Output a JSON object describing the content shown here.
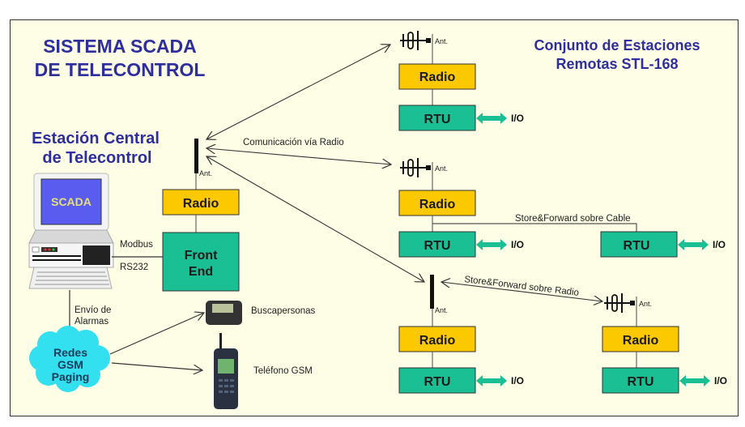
{
  "titles": {
    "main_line1": "SISTEMA SCADA",
    "main_line2": "DE TELECONTROL",
    "central_line1": "Estación Central",
    "central_line2": "de Telecontrol",
    "remote_line1": "Conjunto de Estaciones",
    "remote_line2": "Remotas STL-168"
  },
  "central": {
    "computer_screen_label": "SCADA",
    "radio_label": "Radio",
    "front_end_line1": "Front",
    "front_end_line2": "End",
    "antenna_label": "Ant.",
    "link_label_top": "Modbus",
    "link_label_bottom": "RS232",
    "alarm_label_line1": "Envío de",
    "alarm_label_line2": "Alarmas",
    "cloud_line1": "Redes",
    "cloud_line2": "GSM",
    "cloud_line3": "Paging",
    "pager_label": "Buscapersonas",
    "phone_label": "Teléfono GSM"
  },
  "links": {
    "radio_comm": "Comunicación vía Radio",
    "store_forward_cable": "Store&Forward sobre Cable",
    "store_forward_radio": "Store&Forward sobre Radio"
  },
  "stations": [
    {
      "antenna_label": "Ant.",
      "radio_label": "Radio",
      "rtu_label": "RTU",
      "io_label": "I/O"
    },
    {
      "antenna_label": "Ant.",
      "radio_label": "Radio",
      "rtu_label": "RTU",
      "io_label": "I/O"
    },
    {
      "rtu_label": "RTU",
      "io_label": "I/O"
    },
    {
      "antenna_label": "Ant.",
      "radio_label": "Radio",
      "rtu_label": "RTU",
      "io_label": "I/O"
    },
    {
      "antenna_label": "Ant.",
      "radio_label": "Radio",
      "rtu_label": "RTU",
      "io_label": "I/O"
    }
  ],
  "colors": {
    "background": "#fefee6",
    "title_blue": "#2e2e9e",
    "radio_fill": "#fcc800",
    "rtu_fill": "#1abf94",
    "cloud_fill": "#33e0f0",
    "screen_fill": "#5a5cf0",
    "screen_text": "#e6e07a"
  }
}
